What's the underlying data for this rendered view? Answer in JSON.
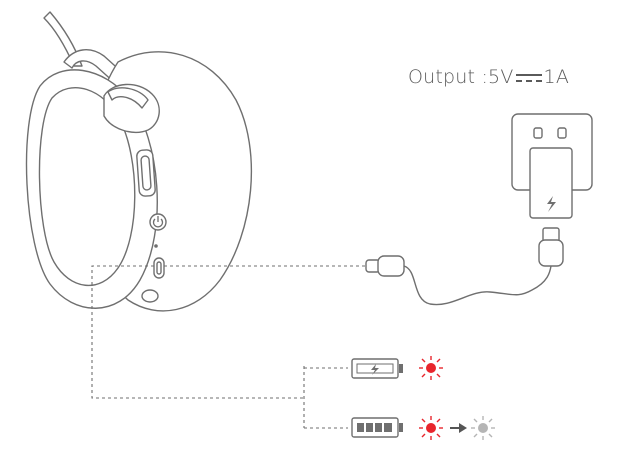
{
  "spec": {
    "output_label": "Output : ",
    "voltage": "5V",
    "dc_symbol": "dc-current-symbol",
    "current": "1A"
  },
  "legend": {
    "charging": {
      "battery_icon": "battery-charging-icon",
      "led_icon": "led-red-icon",
      "led_color": "#e8262d"
    },
    "charged": {
      "battery_icon": "battery-full-icon",
      "led_from_icon": "led-red-icon",
      "arrow_icon": "arrow-right-icon",
      "led_to_icon": "led-white-icon",
      "led_from_color": "#e8262d",
      "led_to_color": "#b5b5b5"
    }
  },
  "icons": {
    "headphone": "headphone-earcup-icon",
    "adapter": "wall-adapter-icon",
    "cable": "usb-c-cable-icon",
    "power_button": "power-icon"
  },
  "colors": {
    "line": "#7a7a7a",
    "led_red": "#e8262d",
    "led_white": "#b5b5b5"
  }
}
